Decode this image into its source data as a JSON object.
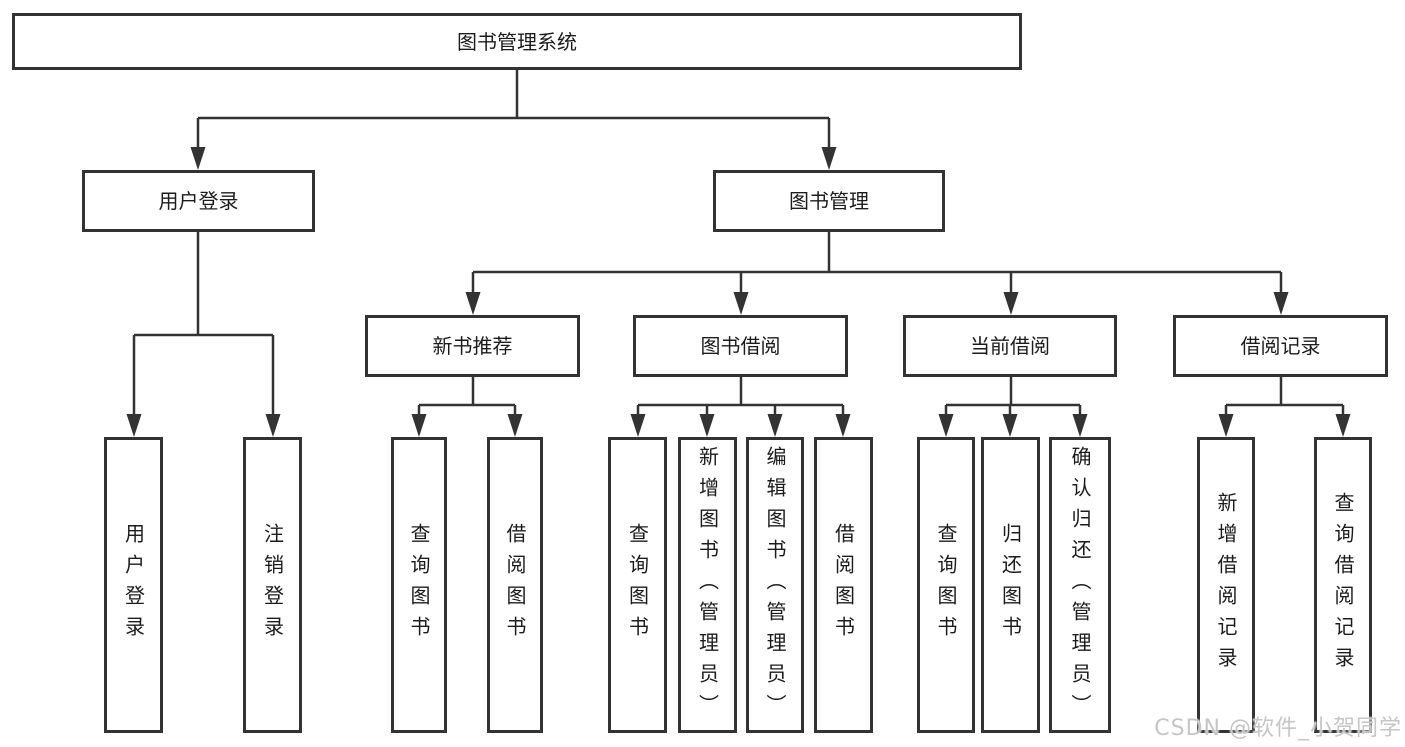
{
  "tree": {
    "root": {
      "label": "图书管理系统"
    },
    "branches": [
      {
        "label": "用户登录",
        "children": [
          {
            "label": "用户登录"
          },
          {
            "label": "注销登录"
          }
        ]
      },
      {
        "label": "图书管理",
        "children": [
          {
            "label": "新书推荐",
            "children": [
              {
                "label": "查询图书"
              },
              {
                "label": "借阅图书"
              }
            ]
          },
          {
            "label": "图书借阅",
            "children": [
              {
                "label": "查询图书"
              },
              {
                "label": "新增图书（管理员）"
              },
              {
                "label": "编辑图书（管理员）"
              },
              {
                "label": "借阅图书"
              }
            ]
          },
          {
            "label": "当前借阅",
            "children": [
              {
                "label": "查询图书"
              },
              {
                "label": "归还图书"
              },
              {
                "label": "确认归还（管理员）"
              }
            ]
          },
          {
            "label": "借阅记录",
            "children": [
              {
                "label": "新增借阅记录"
              },
              {
                "label": "查询借阅记录"
              }
            ]
          }
        ]
      }
    ]
  },
  "watermark": {
    "text": "CSDN @软件_小贺同学"
  },
  "colors": {
    "line": "#333333",
    "text": "#1c1c1c",
    "background": "#ffffff",
    "watermark": "#c6c6c6"
  }
}
